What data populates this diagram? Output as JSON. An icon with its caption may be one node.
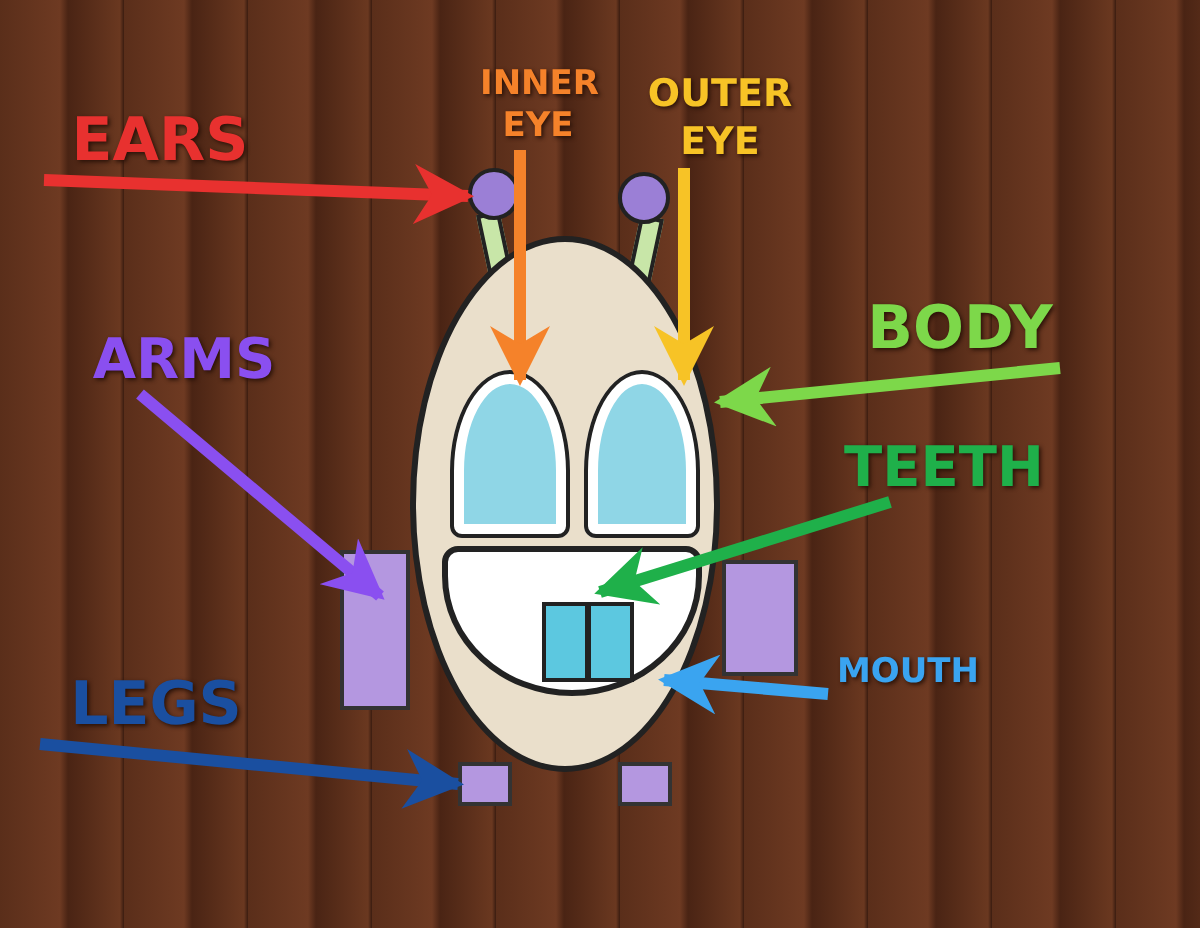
{
  "diagram": {
    "nodes": [
      {
        "text": [
          "EARS"
        ]
      },
      {
        "text": [
          "INNER EYE"
        ]
      },
      {
        "text": [
          "OUTER EYE"
        ]
      },
      {
        "text": [
          "BODY"
        ]
      },
      {
        "text": [
          "ARMS"
        ]
      },
      {
        "text": [
          "TEETH"
        ]
      },
      {
        "text": [
          "MOUTH"
        ]
      },
      {
        "text": [
          "LEGS"
        ]
      },
      {
        "text": [],
        "shape": "circle"
      },
      {
        "text": [],
        "shape": "circle"
      },
      {
        "text": [],
        "shape": "ellipse"
      },
      {
        "text": [],
        "shape": "eye",
        "in": 10
      },
      {
        "text": [],
        "shape": "eye",
        "in": 10
      },
      {
        "text": [],
        "shape": "mouth",
        "in": 10
      },
      {
        "text": [],
        "shape": "box",
        "in": 13
      },
      {
        "text": [],
        "shape": "bar"
      },
      {
        "text": [],
        "shape": "bar"
      },
      {
        "text": [],
        "shape": "bar"
      },
      {
        "text": [],
        "shape": "bar"
      }
    ],
    "edges": [
      {
        "from": 0,
        "to": 8,
        "arrow": "to",
        "color": "#e8312f"
      },
      {
        "from": 1,
        "to": 11,
        "arrow": "to",
        "color": "#f5822a"
      },
      {
        "from": 2,
        "to": 12,
        "arrow": "to",
        "color": "#f7c326"
      },
      {
        "from": 3,
        "to": 10,
        "arrow": "to",
        "color": "#7dd84a"
      },
      {
        "from": 4,
        "to": 15,
        "arrow": "to",
        "color": "#8a4ff0"
      },
      {
        "from": 5,
        "to": 14,
        "arrow": "to",
        "color": "#1fb04a"
      },
      {
        "from": 6,
        "to": 13,
        "arrow": "to",
        "color": "#3aa4f0"
      },
      {
        "from": 7,
        "to": 17,
        "arrow": "to",
        "color": "#1a4fa0"
      }
    ]
  }
}
